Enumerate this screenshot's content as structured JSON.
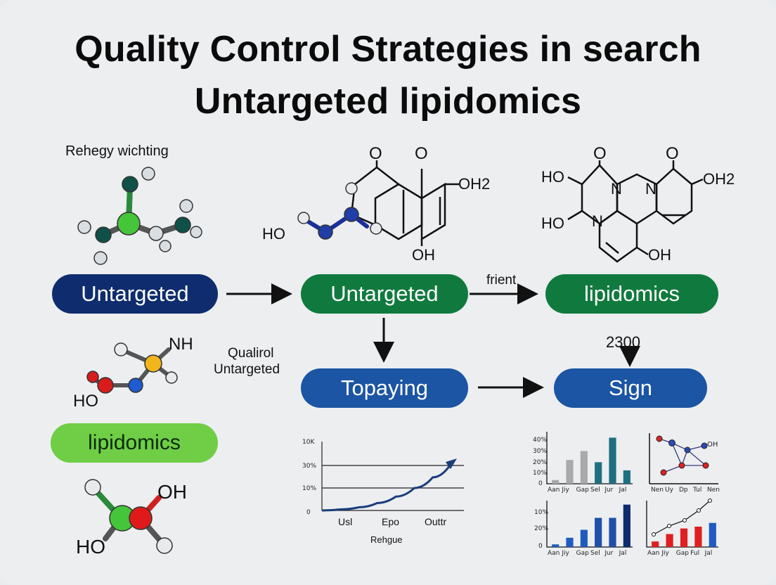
{
  "title": {
    "line1": "Quality Control Strategies in search",
    "line2": "Untargeted lipidomics"
  },
  "labels": {
    "top_left_caption": "Rehegy wichting",
    "side_caption_1": "Qualirol",
    "side_caption_2": "Untargeted",
    "arrow_caption": "frient",
    "number_caption": "2300"
  },
  "pills": {
    "untargeted_left": "Untargeted",
    "untargeted_center": "Untargeted",
    "lipidomics_right": "lipidomics",
    "topaying": "Topaying",
    "sign": "Sign",
    "lipidomics_left": "lipidomics"
  },
  "molecule_labels": {
    "m1_o1": "O",
    "m1_o2": "O",
    "m1_oh2": "OH2",
    "m1_ho": "HO",
    "m1_oh": "OH",
    "m2_o1": "O",
    "m2_o2": "O",
    "m2_ho1": "HO",
    "m2_ho2": "HO",
    "m2_n1": "N",
    "m2_n2": "N",
    "m2_n3": "N",
    "m2_oh2": "OH2",
    "m2_oh": "OH",
    "m3_nh": "NH",
    "m3_ho": "HO",
    "m4_oh": "OH",
    "m4_ho": "HO"
  },
  "colors": {
    "navy": "#0f2d6e",
    "green": "#107a3e",
    "blue": "#1b55a3",
    "lime": "#6fce45"
  },
  "chart_data": [
    {
      "type": "line",
      "title": "",
      "xlabel": "Rehgue",
      "ylabel": "",
      "y_tick_labels": [
        "0",
        "10%",
        "30%",
        "10K"
      ],
      "x_tick_labels": [
        "Usl",
        "Epo",
        "Outtr"
      ],
      "series": [
        {
          "values": [
            0,
            2,
            6,
            14,
            26,
            42,
            62,
            88
          ]
        }
      ]
    },
    {
      "type": "bar",
      "title": "",
      "categories": [
        "Aan",
        "Jiy",
        "Gap",
        "Sel",
        "Jur",
        "Jal"
      ],
      "y_tick_labels": [
        "0",
        "10%",
        "20%",
        "30%",
        "40%"
      ],
      "values": [
        5,
        32,
        44,
        29,
        62,
        18
      ],
      "colors": [
        "#a9a9a9",
        "#a9a9a9",
        "#a9a9a9",
        "#1e6f80",
        "#1e6f80",
        "#1e6f80"
      ],
      "ylim": [
        0,
        70
      ]
    },
    {
      "type": "scatter",
      "title": "",
      "x_tick_labels": [
        "Nen",
        "Uy",
        "Dp",
        "Tul",
        "Nen"
      ],
      "annotation": "OH"
    },
    {
      "type": "bar",
      "title": "",
      "categories": [
        "Aan",
        "Jiy",
        "Gap",
        "Sel",
        "Jur",
        "Jal"
      ],
      "y_tick_labels": [
        "0",
        "20%",
        "10%"
      ],
      "values": [
        4,
        14,
        26,
        44,
        44,
        64
      ],
      "colors": [
        "#1f5bbf",
        "#1f5bbf",
        "#1f5bbf",
        "#1f4fa8",
        "#1f4fa8",
        "#0f2b6e"
      ],
      "ylim": [
        0,
        70
      ]
    },
    {
      "type": "bar",
      "title": "",
      "categories": [
        "Aan",
        "Jiy",
        "Gap",
        "Ful",
        "Jal"
      ],
      "values": [
        6,
        14,
        20,
        22,
        26
      ],
      "colors": [
        "#e02020",
        "#e02020",
        "#e02020",
        "#e02020",
        "#1f5bbf"
      ],
      "ylim": [
        0,
        50
      ]
    }
  ]
}
